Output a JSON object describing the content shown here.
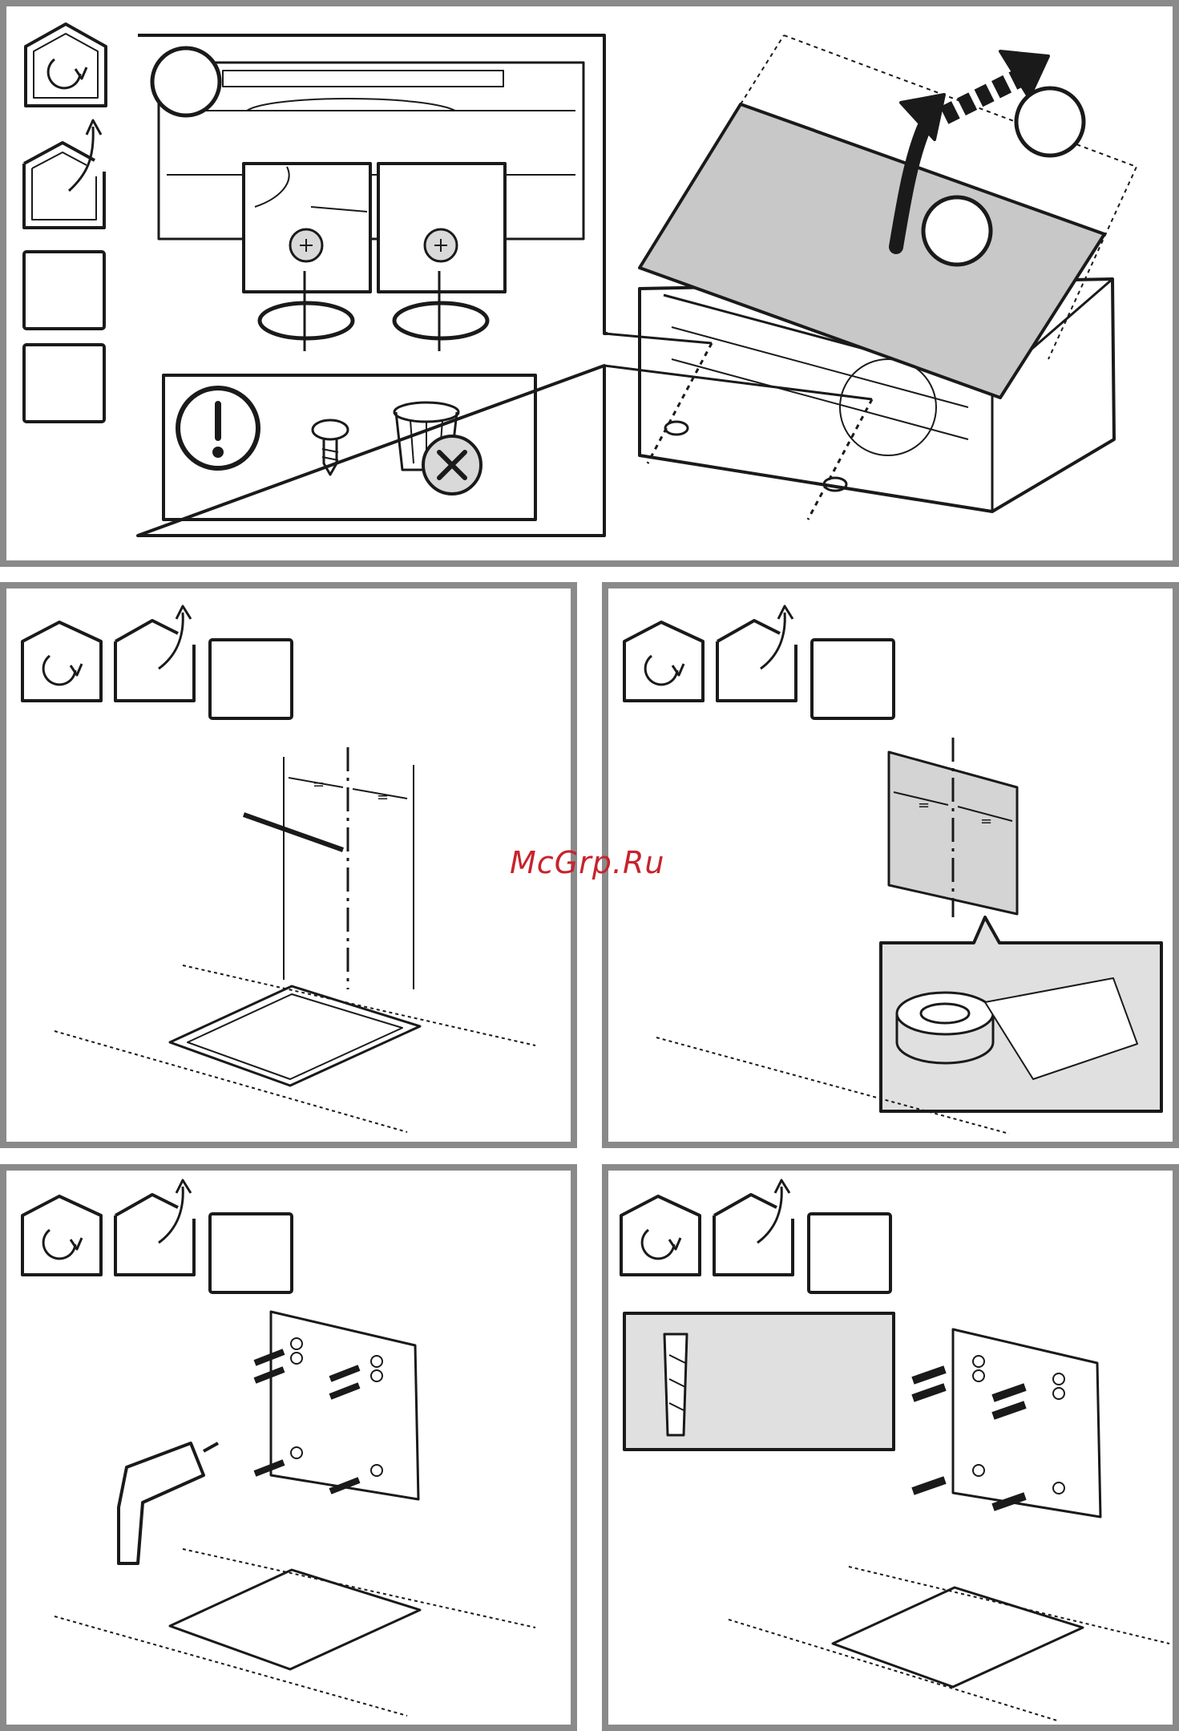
{
  "watermark": "McGrp.Ru",
  "panels": {
    "top": {
      "step_icons": [
        "house-rotate-icon",
        "house-vent-out-icon",
        "blank-box",
        "blank-box"
      ],
      "callouts": [
        "",
        "",
        ""
      ],
      "notice_icons": [
        "exclamation-icon",
        "screw-icon",
        "trash-bin-crossed-icon"
      ]
    },
    "middle_left": {
      "step_icons": [
        "house-rotate-icon",
        "house-vent-out-icon",
        "blank-box"
      ],
      "equal_marks": [
        "=",
        "="
      ]
    },
    "middle_right": {
      "step_icons": [
        "house-rotate-icon",
        "house-vent-out-icon",
        "blank-box"
      ],
      "equal_marks": [
        "=",
        "="
      ]
    },
    "bottom_left": {
      "step_icons": [
        "house-rotate-icon",
        "house-vent-out-icon",
        "blank-box"
      ]
    },
    "bottom_right": {
      "step_icons": [
        "house-rotate-icon",
        "house-vent-out-icon",
        "blank-box"
      ]
    }
  }
}
